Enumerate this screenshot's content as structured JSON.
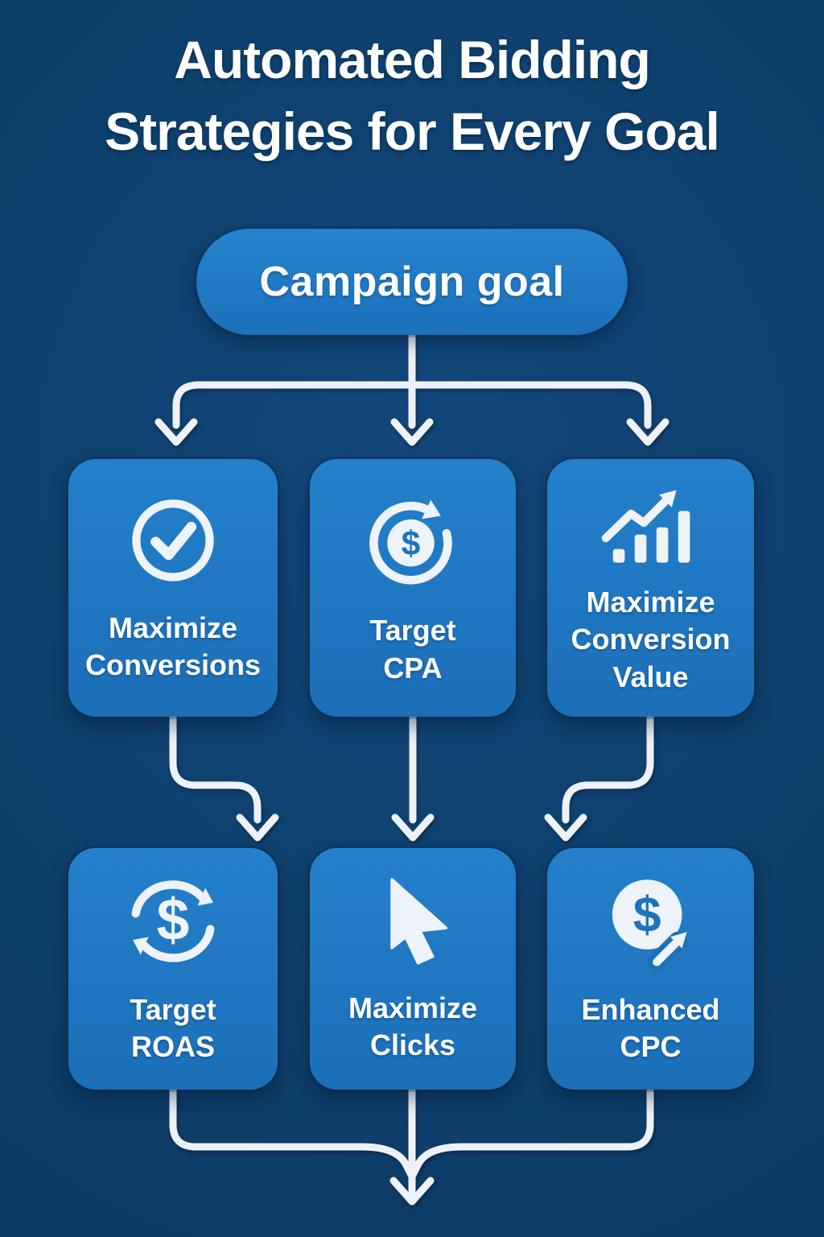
{
  "title": {
    "lines": [
      "Automated Bidding",
      "Strategies for Every Goal"
    ]
  },
  "flow": {
    "root": {
      "label": "Campaign goal"
    },
    "row1": [
      {
        "id": "maximize-conversions",
        "icon": "check-circle-icon",
        "lines": [
          "Maximize",
          "Conversions"
        ]
      },
      {
        "id": "target-cpa",
        "icon": "dollar-target-icon",
        "lines": [
          "Target",
          "CPA"
        ]
      },
      {
        "id": "maximize-conversion-value",
        "icon": "growth-chart-icon",
        "lines": [
          "Maximize",
          "Conversion",
          "Value"
        ]
      }
    ],
    "row2": [
      {
        "id": "target-roas",
        "icon": "dollar-cycle-icon",
        "lines": [
          "Target",
          "ROAS"
        ]
      },
      {
        "id": "maximize-clicks",
        "icon": "cursor-icon",
        "lines": [
          "Maximize",
          "Clicks"
        ]
      },
      {
        "id": "enhanced-cpc",
        "icon": "dollar-upgrade-icon",
        "lines": [
          "Enhanced",
          "CPC"
        ]
      }
    ],
    "currency_symbol": "$"
  },
  "colors": {
    "background": "#0e3f6b",
    "node_blue_top": "#2480cb",
    "node_blue_bottom": "#1c6fb8",
    "connector": "#eef2f8",
    "text": "#ffffff"
  }
}
